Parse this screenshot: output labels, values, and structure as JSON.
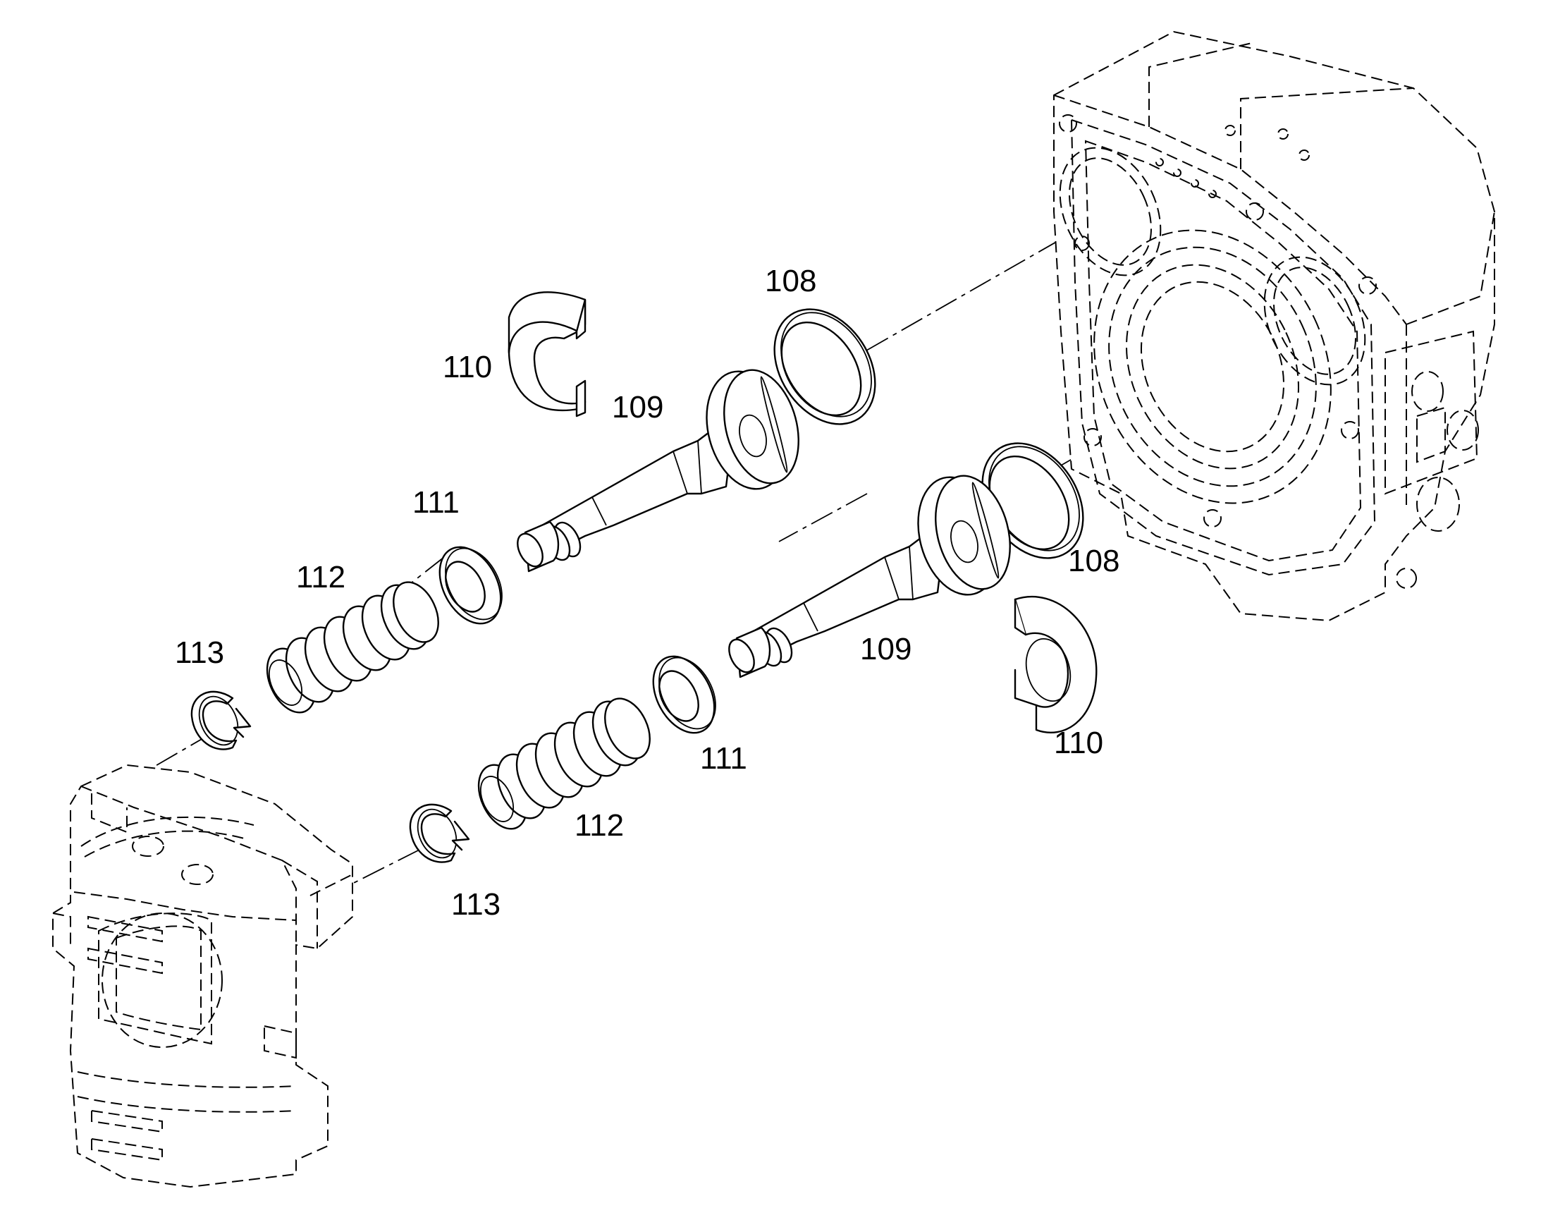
{
  "callouts": {
    "l108_top": "108",
    "l110_top": "110",
    "l109_top": "109",
    "l111_top": "111",
    "l112_top": "112",
    "l113_top": "113",
    "l108_bottom": "108",
    "l109_bottom": "109",
    "l110_bottom": "110",
    "l111_bottom": "111",
    "l112_bottom": "112",
    "l113_bottom": "113"
  }
}
